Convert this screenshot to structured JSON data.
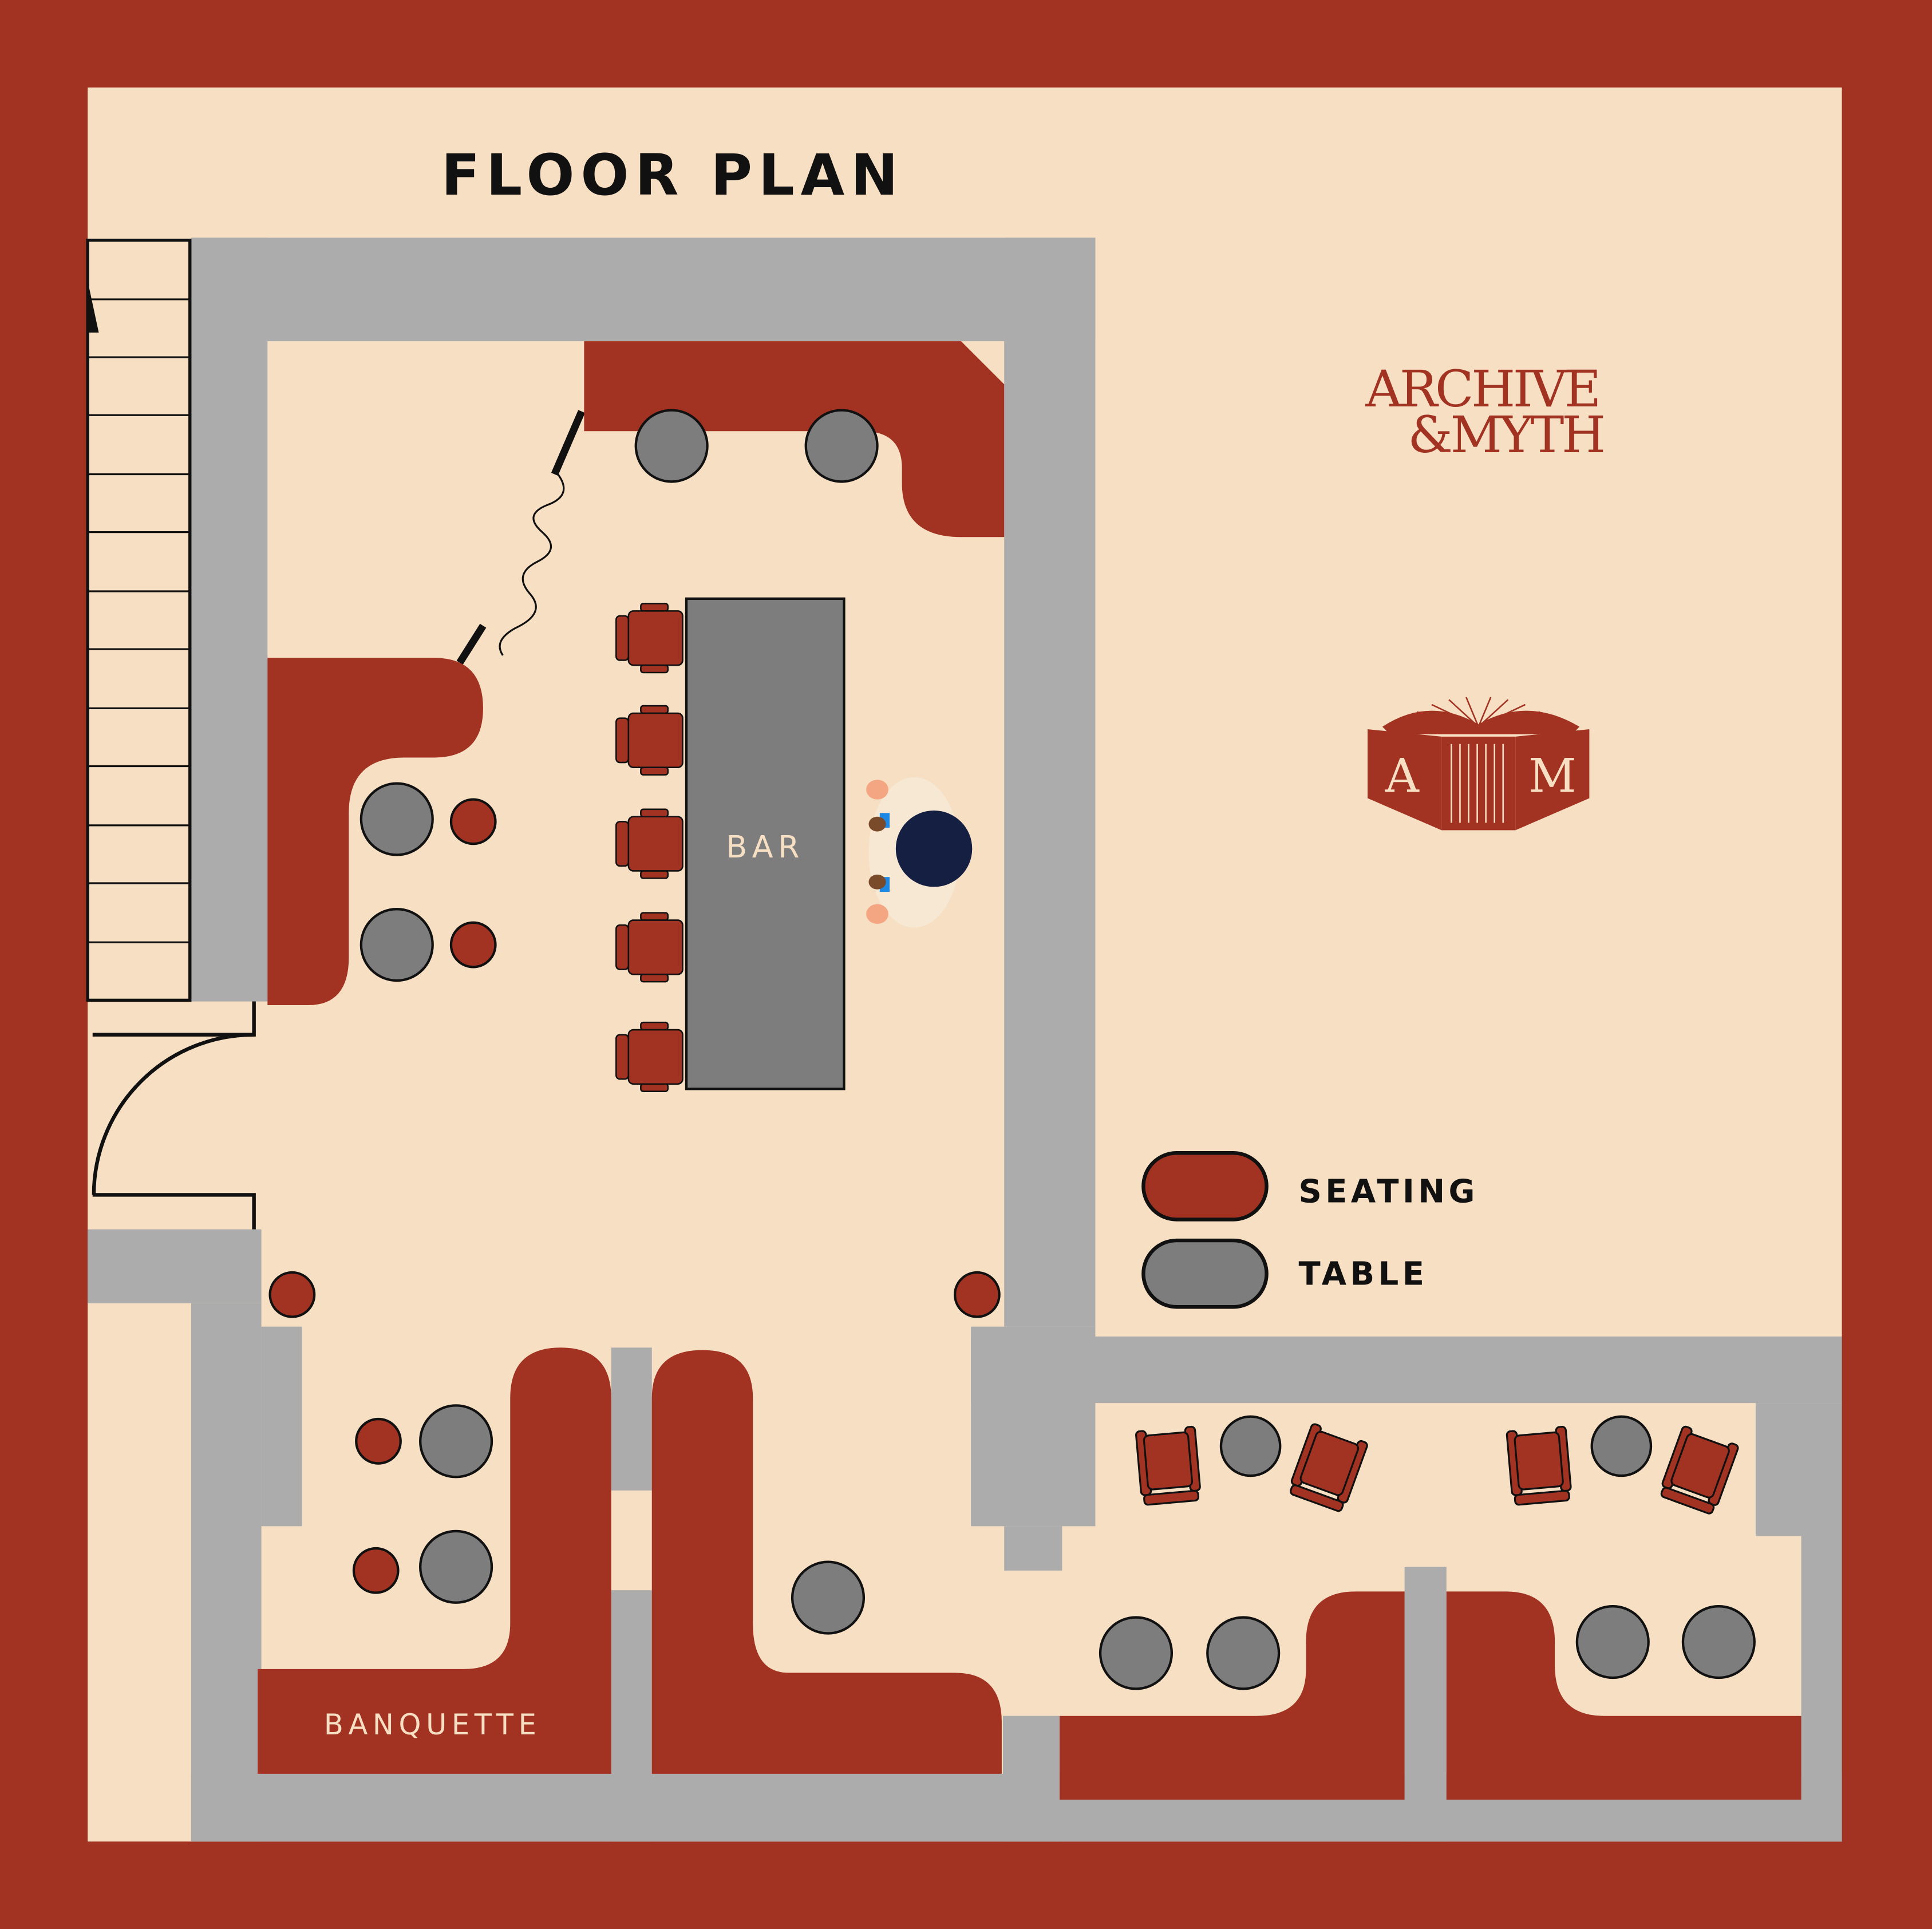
{
  "title": "FLOOR PLAN",
  "bar_label": "BAR",
  "banquette_label": "BANQUETTE",
  "legend": {
    "seating_label": "SEATING",
    "table_label": "TABLE"
  },
  "brand": {
    "line1": "ARCHIVE",
    "line2": "&MYTH",
    "emblem_letter_left": "A",
    "emblem_letter_right": "M"
  },
  "colors": {
    "frame": "#a23322",
    "floor": "#f7dfc3",
    "wall": "#acacac",
    "seating": "#a23322",
    "table": "#7d7d7d",
    "ink": "#111111"
  }
}
